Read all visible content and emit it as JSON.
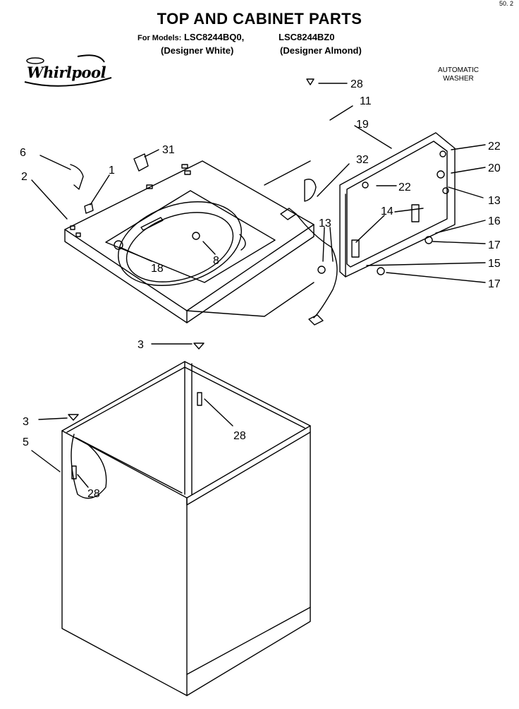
{
  "header": {
    "title": "TOP AND CABINET PARTS",
    "models_prefix": "For Models:",
    "model_1": "LSC8244BQ0,",
    "model_2": "LSC8244BZ0",
    "color_1": "(Designer White)",
    "color_2": "(Designer Almond)",
    "corner_mark": "50. 2"
  },
  "brand": {
    "logo_text": "Whirlpool"
  },
  "doc_type": {
    "line1": "AUTOMATIC",
    "line2": "WASHER"
  },
  "callouts": {
    "c1": "1",
    "c2": "2",
    "c3a": "3",
    "c3b": "3",
    "c5": "5",
    "c6": "6",
    "c8": "8",
    "c11": "11",
    "c13a": "13",
    "c13b": "13",
    "c14": "14",
    "c15": "15",
    "c16": "16",
    "c17a": "17",
    "c17b": "17",
    "c18": "18",
    "c19": "19",
    "c20": "20",
    "c22a": "22",
    "c22b": "22",
    "c28a": "28",
    "c28b": "28",
    "c28c": "28",
    "c31": "31",
    "c32": "32"
  },
  "colors": {
    "ink": "#000000",
    "paper": "#ffffff"
  }
}
